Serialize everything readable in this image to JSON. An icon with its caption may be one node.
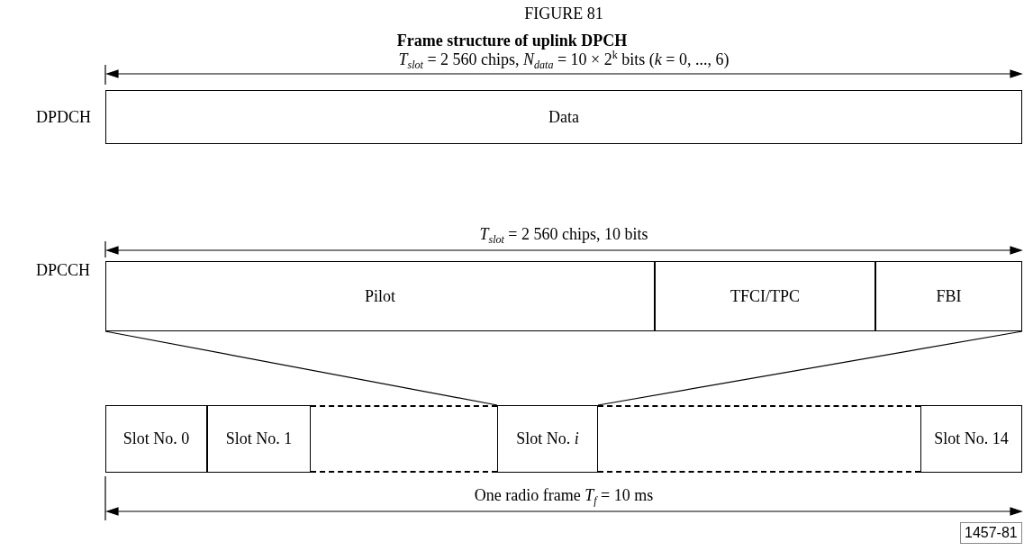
{
  "diagram": {
    "title": "Frame structure of uplink DPCH",
    "nodes": [
      {
        "text": [
          "Data"
        ],
        "beside": [
          "DPDCH"
        ]
      },
      {
        "text": [
          "Pilot"
        ],
        "beside": [
          "DPCCH"
        ]
      },
      {
        "text": [
          "TFCI/TPC"
        ]
      },
      {
        "text": [
          "FBI"
        ]
      },
      {
        "text": [
          "Slot No. 0"
        ]
      },
      {
        "text": [
          "Slot No. 1"
        ]
      },
      {
        "text": [],
        "shape": "box"
      },
      {
        "text": [
          "Slot No. *i*"
        ]
      },
      {
        "text": [],
        "shape": "box"
      },
      {
        "text": [
          "Slot No. 14"
        ]
      }
    ],
    "edges": [
      {
        "from": 1,
        "to": 7,
        "arrow": "none"
      },
      {
        "from": 3,
        "to": 7,
        "arrow": "none"
      }
    ],
    "labels": [
      "FIGURE 81",
      "*T*$_{slot}$ = 2 560 chips, *N*$_{data}$ = 10 × 2$^{k}$ bits (*k* = 0, ..., 6)",
      "*T*$_{slot}$ = 2 560 chips, 10 bits",
      "One radio frame *T*$_{f}$ = 10 ms",
      "1457-81"
    ]
  }
}
